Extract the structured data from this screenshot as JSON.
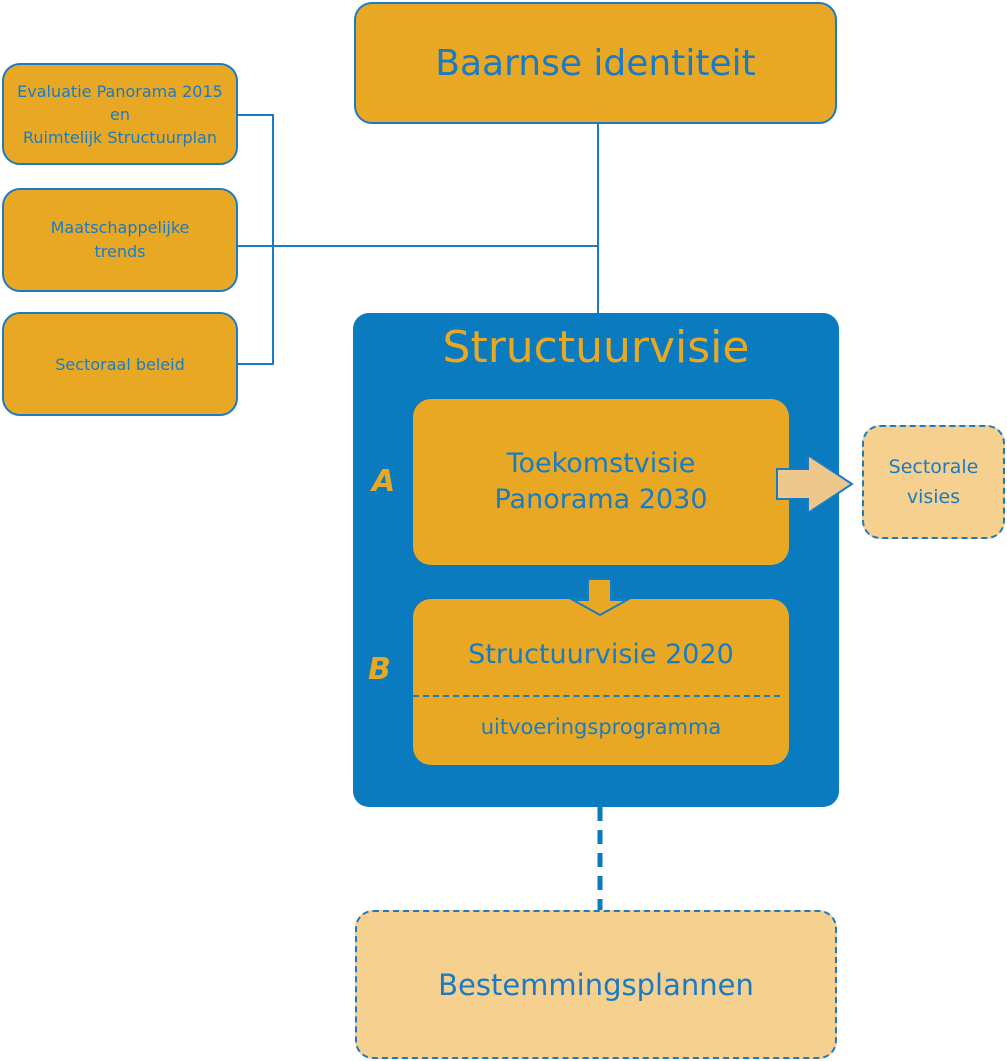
{
  "diagram": {
    "top_box": {
      "label": "Baarnse identiteit"
    },
    "left_boxes": {
      "evaluatie": {
        "line1": "Evaluatie Panorama 2015",
        "line2": "en",
        "line3": "Ruimtelijk Structuurplan"
      },
      "trends": {
        "line1": "Maatschappelijke",
        "line2": "trends"
      },
      "sectoraal": {
        "label": "Sectoraal beleid"
      }
    },
    "panel": {
      "title": "Structuurvisie",
      "block_a": {
        "letter": "A",
        "line1": "Toekomstvisie",
        "line2": "Panorama 2030"
      },
      "block_b": {
        "letter": "B",
        "title": "Structuurvisie 2020",
        "subtitle": "uitvoeringsprogramma"
      }
    },
    "right_box": {
      "line1": "Sectorale",
      "line2": "visies"
    },
    "bottom_box": {
      "label": "Bestemmingsplannen"
    }
  },
  "colors": {
    "orange": "#e9a823",
    "light_orange": "#f5d08f",
    "arrow_fill": "#eec78c",
    "blue_panel": "#0a7bbf",
    "blue_line": "#1a7bc4"
  }
}
